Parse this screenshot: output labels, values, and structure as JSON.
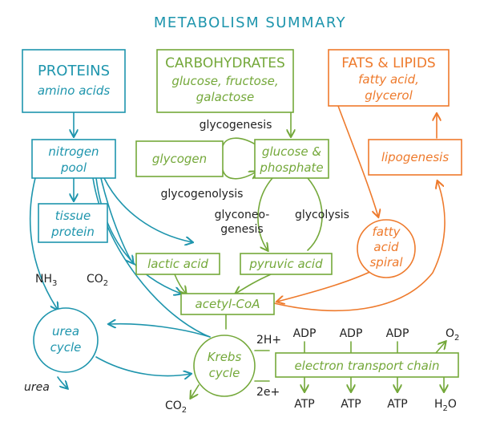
{
  "title": "METABOLISM SUMMARY",
  "colors": {
    "teal": "#1e95ad",
    "green": "#74a83a",
    "orange": "#ee7a2c",
    "ink": "#222222"
  },
  "boxes": {
    "proteins": {
      "line1": "PROTEINS",
      "line2": "amino acids"
    },
    "carbs": {
      "line1": "CARBOHYDRATES",
      "line2": "glucose, fructose,",
      "line3": "galactose"
    },
    "fats": {
      "line1": "FATS & LIPIDS",
      "line2": "fatty acid,",
      "line3": "glycerol"
    },
    "nitrogen_pool": {
      "line1": "nitrogen",
      "line2": "pool"
    },
    "tissue_protein": {
      "line1": "tissue",
      "line2": "protein"
    },
    "glycogen": {
      "label": "glycogen"
    },
    "glucose_phosphate": {
      "line1": "glucose &",
      "line2": "phosphate"
    },
    "lipogenesis": {
      "label": "lipogenesis"
    },
    "lactic_acid": {
      "label": "lactic acid"
    },
    "pyruvic_acid": {
      "label": "pyruvic acid"
    },
    "acetyl_coa": {
      "label": "acetyl-CoA"
    },
    "etc": {
      "label": "electron transport chain"
    }
  },
  "circles": {
    "fatty_acid_spiral": {
      "line1": "fatty",
      "line2": "acid",
      "line3": "spiral"
    },
    "urea_cycle": {
      "line1": "urea",
      "line2": "cycle"
    },
    "krebs_cycle": {
      "line1": "Krebs",
      "line2": "cycle"
    }
  },
  "labels": {
    "glycogenesis": "glycogenesis",
    "glycogenolysis": "glycogenolysis",
    "glyconeo_1": "glyconeo-",
    "glyconeo_2": "genesis",
    "glycolysis": "glycolysis",
    "nh3_base": "NH",
    "nh3_sub": "3",
    "co2_top_base": "CO",
    "co2_top_sub": "2",
    "co2_bottom_base": "CO",
    "co2_bottom_sub": "2",
    "urea": "urea",
    "h2_plus": "2H+",
    "e2_plus": "2e+",
    "adp": [
      "ADP",
      "ADP",
      "ADP"
    ],
    "atp": [
      "ATP",
      "ATP",
      "ATP"
    ],
    "o2_base": "O",
    "o2_sub": "2",
    "h2o_h": "H",
    "h2o_sub": "2",
    "h2o_o": "O"
  }
}
